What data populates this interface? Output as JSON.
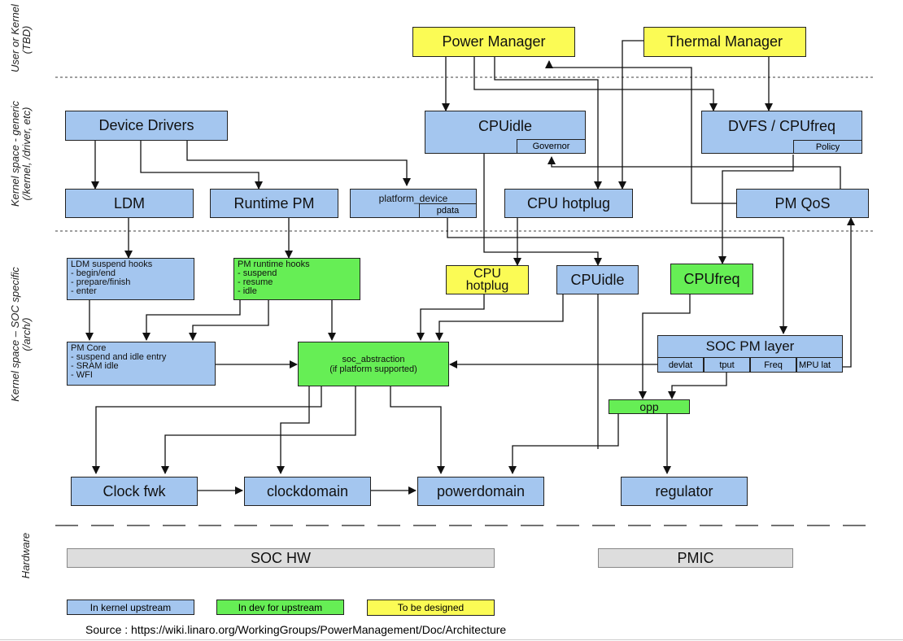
{
  "lanes": {
    "user": "User or Kernel\n(TBD)",
    "generic": "Kernel space - generic\n(/kernel, /driver, etc)",
    "soc": "Kernel space – SOC specific\n(/arch/)",
    "hw": "Hardware"
  },
  "boxes": {
    "power_manager": "Power Manager",
    "thermal_manager": "Thermal Manager",
    "device_drivers": "Device Drivers",
    "cpuidle_generic": "CPUidle",
    "governor": "Governor",
    "dvfs": "DVFS / CPUfreq",
    "policy": "Policy",
    "ldm": "LDM",
    "runtime_pm": "Runtime PM",
    "platform_device": "platform_device",
    "pdata": "pdata",
    "cpu_hotplug_generic": "CPU hotplug",
    "pm_qos": "PM QoS",
    "ldm_hooks": [
      "LDM suspend hooks",
      "- begin/end",
      "- prepare/finish",
      "- enter"
    ],
    "pm_runtime_hooks": [
      "PM runtime hooks",
      "- suspend",
      "- resume",
      "- idle"
    ],
    "cpu_hotplug_soc": "CPU\nhotplug",
    "cpuidle_soc": "CPUidle",
    "cpufreq_soc": "CPUfreq",
    "pm_core": [
      "PM Core",
      "- suspend and idle entry",
      "- SRAM idle",
      "- WFI"
    ],
    "soc_abstraction": "soc_abstraction\n(if platform supported)",
    "soc_pm_layer": "SOC PM layer",
    "devlat": "devlat",
    "tput": "tput",
    "freq": "Freq",
    "mpu_lat": "MPU lat",
    "opp": "opp",
    "clock_fwk": "Clock fwk",
    "clockdomain": "clockdomain",
    "powerdomain": "powerdomain",
    "regulator": "regulator",
    "soc_hw": "SOC HW",
    "pmic": "PMIC"
  },
  "legend": {
    "upstream": "In kernel upstream",
    "in_dev": "In dev for upstream",
    "to_design": "To be designed"
  },
  "source": "Source : https://wiki.linaro.org/WorkingGroups/PowerManagement/Doc/Architecture",
  "colors": {
    "upstream": "#a4c6ef",
    "in_dev": "#66ee55",
    "to_design": "#fbfb55",
    "hardware": "#dddddd"
  }
}
